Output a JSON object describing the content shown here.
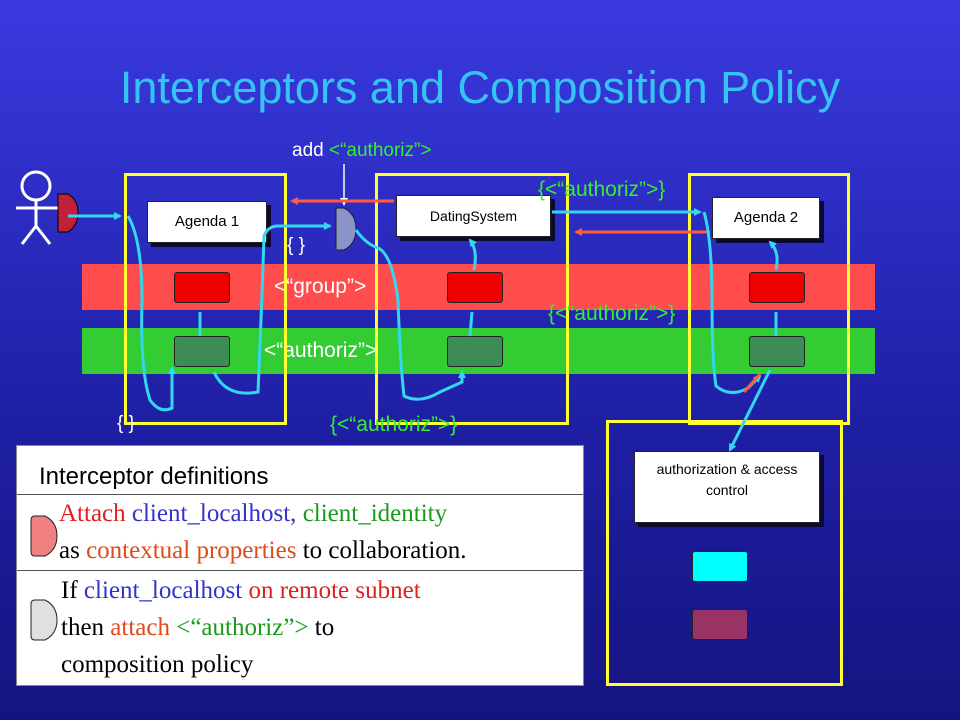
{
  "title": "Interceptors and Composition Policy",
  "add_label": {
    "prefix": "add",
    "tag": "<“authoriz”>"
  },
  "components": {
    "agenda1": "Agenda 1",
    "dating": "DatingSystem",
    "agenda2": "Agenda 2",
    "auth": "authorization & access control"
  },
  "band_labels": {
    "group": "<“group”>",
    "authoriz": "<“authoriz”>"
  },
  "policy_labels": {
    "empty_mid": "{ }",
    "empty_left": "{ }",
    "top_right": "{<“authoriz”>}",
    "mid_right": "{<“authoriz”>}",
    "bottom_mid": "{<“authoriz”>}"
  },
  "definitions": {
    "heading": "Interceptor definitions",
    "rule1": {
      "w1": "Attach",
      "w2": "client_localhost,",
      "w3": "client_identity",
      "w4": "as",
      "w5": "contextual",
      "w6": "properties",
      "w7": "to collaboration."
    },
    "rule2": {
      "w1": "If",
      "w2": "client_localhost",
      "w3": "on remote subnet",
      "w4": "then",
      "w5": "attach",
      "w6": "<“authoriz”>",
      "w7": "to",
      "w8": "composition policy"
    }
  },
  "colors": {
    "title": "#35c4f2",
    "band_red": "#ff4d4d",
    "band_green": "#33cc33",
    "frame": "#ffff33",
    "flow": "#33d8f0",
    "return_arrow": "#ff5a3c",
    "interceptor_red": "#c0203a",
    "interceptor_grey": "#8a94c8",
    "auth_cyan": "#00ffff",
    "auth_purple": "#993366"
  }
}
